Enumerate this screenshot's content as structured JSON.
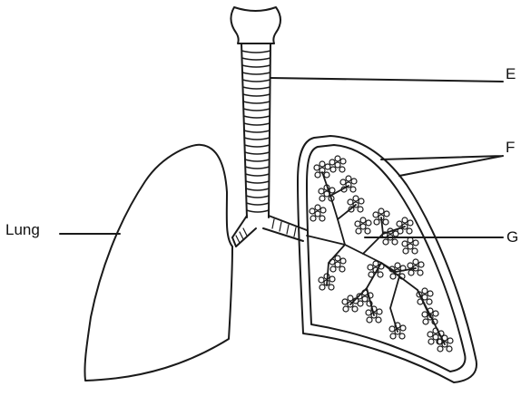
{
  "labels": {
    "lung": "Lung",
    "e": "E",
    "f": "F",
    "g": "G"
  },
  "colors": {
    "line": "#1a1a1a",
    "background": "#ffffff"
  }
}
